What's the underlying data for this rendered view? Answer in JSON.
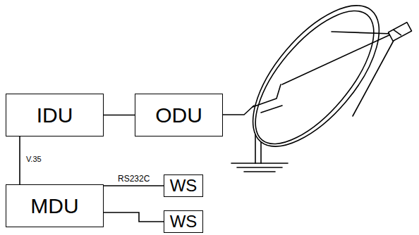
{
  "diagram": {
    "nodes": [
      {
        "text": [
          "IDU"
        ]
      },
      {
        "text": [
          "ODU"
        ]
      },
      {
        "text": [
          "MDU"
        ]
      },
      {
        "text": [
          "WS"
        ]
      },
      {
        "text": [
          "WS"
        ]
      }
    ],
    "edges": [
      {
        "from": 0,
        "to": 1,
        "arrow": "none"
      },
      {
        "from": 0,
        "to": 2,
        "label": "V.35",
        "arrow": "none"
      },
      {
        "from": 2,
        "to": 3,
        "label": "RS232C",
        "arrow": "none"
      },
      {
        "from": 2,
        "to": 4,
        "arrow": "none"
      }
    ]
  }
}
